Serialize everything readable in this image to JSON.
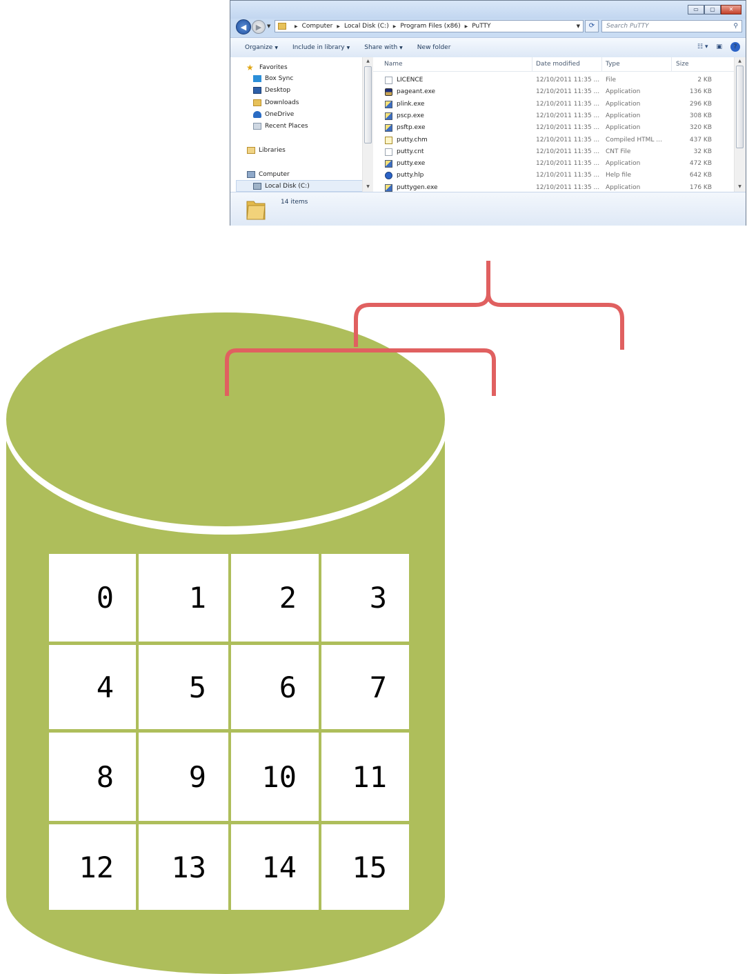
{
  "explorer": {
    "caption_buttons": {
      "minimize": "▭",
      "maximize": "▢",
      "close": "✕"
    },
    "nav": {
      "back": "◀",
      "forward": "▶",
      "dropdown": "▼"
    },
    "breadcrumb": [
      "Computer",
      "Local Disk (C:)",
      "Program Files (x86)",
      "PuTTY"
    ],
    "search_placeholder": "Search PuTTY",
    "toolbar": {
      "organize": "Organize",
      "include_in_library": "Include in library",
      "share_with": "Share with",
      "new_folder": "New folder"
    },
    "nav_pane": {
      "favorites": "Favorites",
      "box_sync": "Box Sync",
      "desktop": "Desktop",
      "downloads": "Downloads",
      "onedrive": "OneDrive",
      "recent_places": "Recent Places",
      "libraries": "Libraries",
      "computer": "Computer",
      "local_disk": "Local Disk (C:)"
    },
    "columns": {
      "name": "Name",
      "date": "Date modified",
      "type": "Type",
      "size": "Size"
    },
    "files": [
      {
        "name": "LICENCE",
        "date": "12/10/2011 11:35 ...",
        "type": "File",
        "size": "2 KB",
        "icon": "doc"
      },
      {
        "name": "pageant.exe",
        "date": "12/10/2011 11:35 ...",
        "type": "Application",
        "size": "136 KB",
        "icon": "hat"
      },
      {
        "name": "plink.exe",
        "date": "12/10/2011 11:35 ...",
        "type": "Application",
        "size": "296 KB",
        "icon": "app"
      },
      {
        "name": "pscp.exe",
        "date": "12/10/2011 11:35 ...",
        "type": "Application",
        "size": "308 KB",
        "icon": "app"
      },
      {
        "name": "psftp.exe",
        "date": "12/10/2011 11:35 ...",
        "type": "Application",
        "size": "320 KB",
        "icon": "app"
      },
      {
        "name": "putty.chm",
        "date": "12/10/2011 11:35 ...",
        "type": "Compiled HTML ...",
        "size": "437 KB",
        "icon": "chm"
      },
      {
        "name": "putty.cnt",
        "date": "12/10/2011 11:35 ...",
        "type": "CNT File",
        "size": "32 KB",
        "icon": "doc"
      },
      {
        "name": "putty.exe",
        "date": "12/10/2011 11:35 ...",
        "type": "Application",
        "size": "472 KB",
        "icon": "app"
      },
      {
        "name": "putty.hlp",
        "date": "12/10/2011 11:35 ...",
        "type": "Help file",
        "size": "642 KB",
        "icon": "hlp"
      },
      {
        "name": "puttygen.exe",
        "date": "12/10/2011 11:35 ...",
        "type": "Application",
        "size": "176 KB",
        "icon": "app"
      }
    ],
    "status": "14 items"
  },
  "diagram": {
    "colors": {
      "cylinder": "#aebe5b",
      "brace": "#e06060",
      "cell": "#ffffff"
    },
    "blocks": [
      "0",
      "1",
      "2",
      "3",
      "4",
      "5",
      "6",
      "7",
      "8",
      "9",
      "10",
      "11",
      "12",
      "13",
      "14",
      "15"
    ]
  }
}
